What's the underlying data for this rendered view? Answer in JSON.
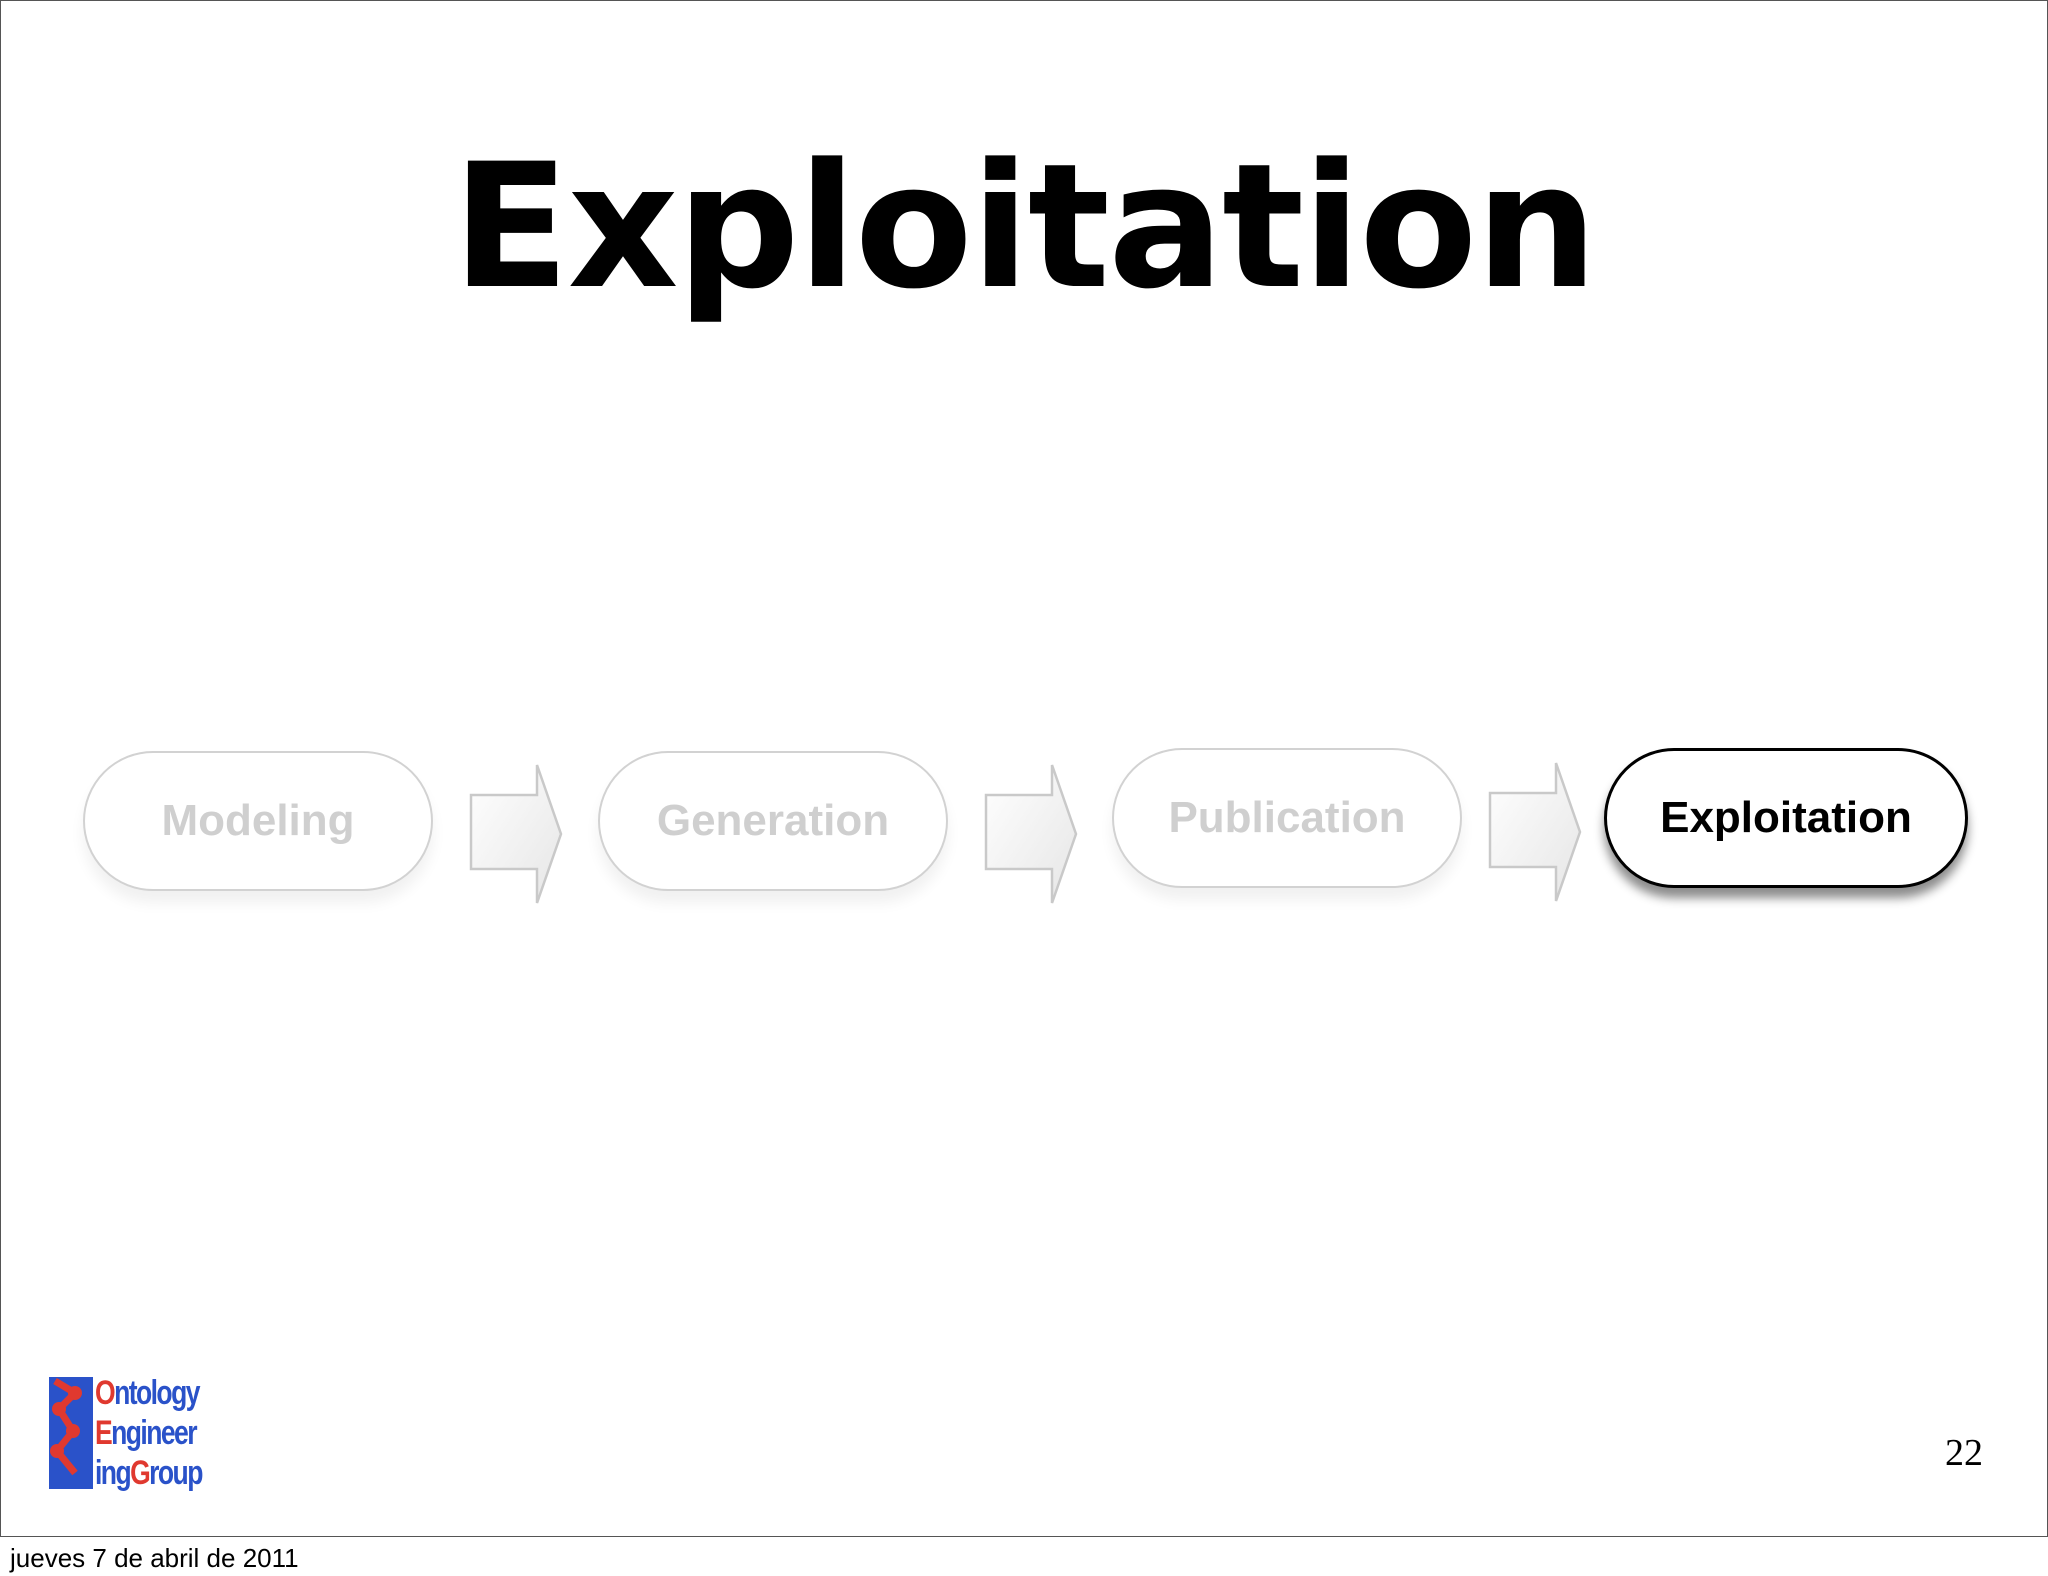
{
  "slide": {
    "title": "Exploitation",
    "steps": [
      {
        "label": "Modeling",
        "active": false
      },
      {
        "label": "Generation",
        "active": false
      },
      {
        "label": "Publication",
        "active": false
      },
      {
        "label": "Exploitation",
        "active": true
      }
    ],
    "page_number": "22",
    "footer_date": "jueves 7 de abril de 2011"
  },
  "logo": {
    "line1_first": "O",
    "line1_rest": "ntology",
    "line2_first": "E",
    "line2_rest": "ngineer",
    "line3_a": "ing",
    "line3_b": "G",
    "line3_c": "roup",
    "colors": {
      "blue": "#2a52c9",
      "red": "#e0392f"
    }
  }
}
